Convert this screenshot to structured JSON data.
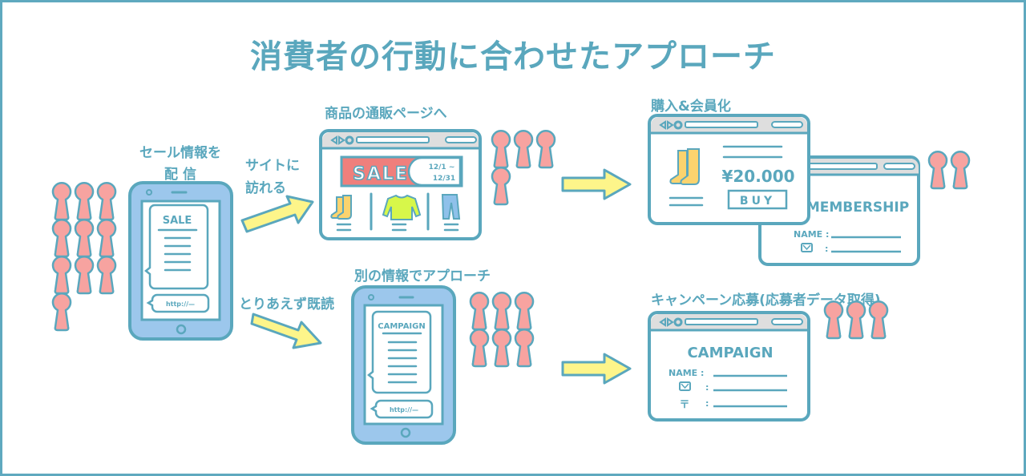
{
  "title": "消費者の行動に合わせたアプローチ",
  "colors": {
    "outline": "#5aa7bd",
    "person": "#f7a3a0",
    "phone": "#9cc7ec",
    "arrow": "#fdf58a",
    "sale_banner": "#ef7f7c",
    "boots": "#fbd36e",
    "shirt": "#d7f74a",
    "jeans": "#8fc1ea",
    "browser_bar": "#dedede"
  },
  "stages": {
    "sale_mail": {
      "label_line1": "セール情報を",
      "label_line2": "配 信",
      "message_title": "SALE",
      "link_text": "http://—",
      "people_count": 10
    },
    "visit_site": {
      "arrow_label_line1": "サイトに",
      "arrow_label_line2": "訪れる"
    },
    "shop_page": {
      "label": "商品の通販ページへ",
      "banner_text": "SALE",
      "date_from": "12/1 ~",
      "date_to": "12/31",
      "products": [
        "boots",
        "shirt",
        "jeans"
      ],
      "people_count": 4
    },
    "purchase": {
      "label": "購入&会員化",
      "price": "¥20.000",
      "buy_label": "BUY",
      "membership_title": "MEMBERSHIP",
      "name_field_label": "NAME :",
      "mail_field_label": ":",
      "people_count": 2
    },
    "just_read": {
      "arrow_label": "とりあえず既読"
    },
    "campaign_mail": {
      "label": "別の情報でアプローチ",
      "message_title": "CAMPAIGN",
      "link_text": "http://—",
      "people_count": 6
    },
    "campaign_entry": {
      "label": "キャンペーン応募(応募者データ取得)",
      "form_title": "CAMPAIGN",
      "name_field_label": "NAME :",
      "mail_field_label": ":",
      "postal_field_label": ":",
      "postal_icon_glyph": "〒",
      "people_count": 3
    }
  }
}
